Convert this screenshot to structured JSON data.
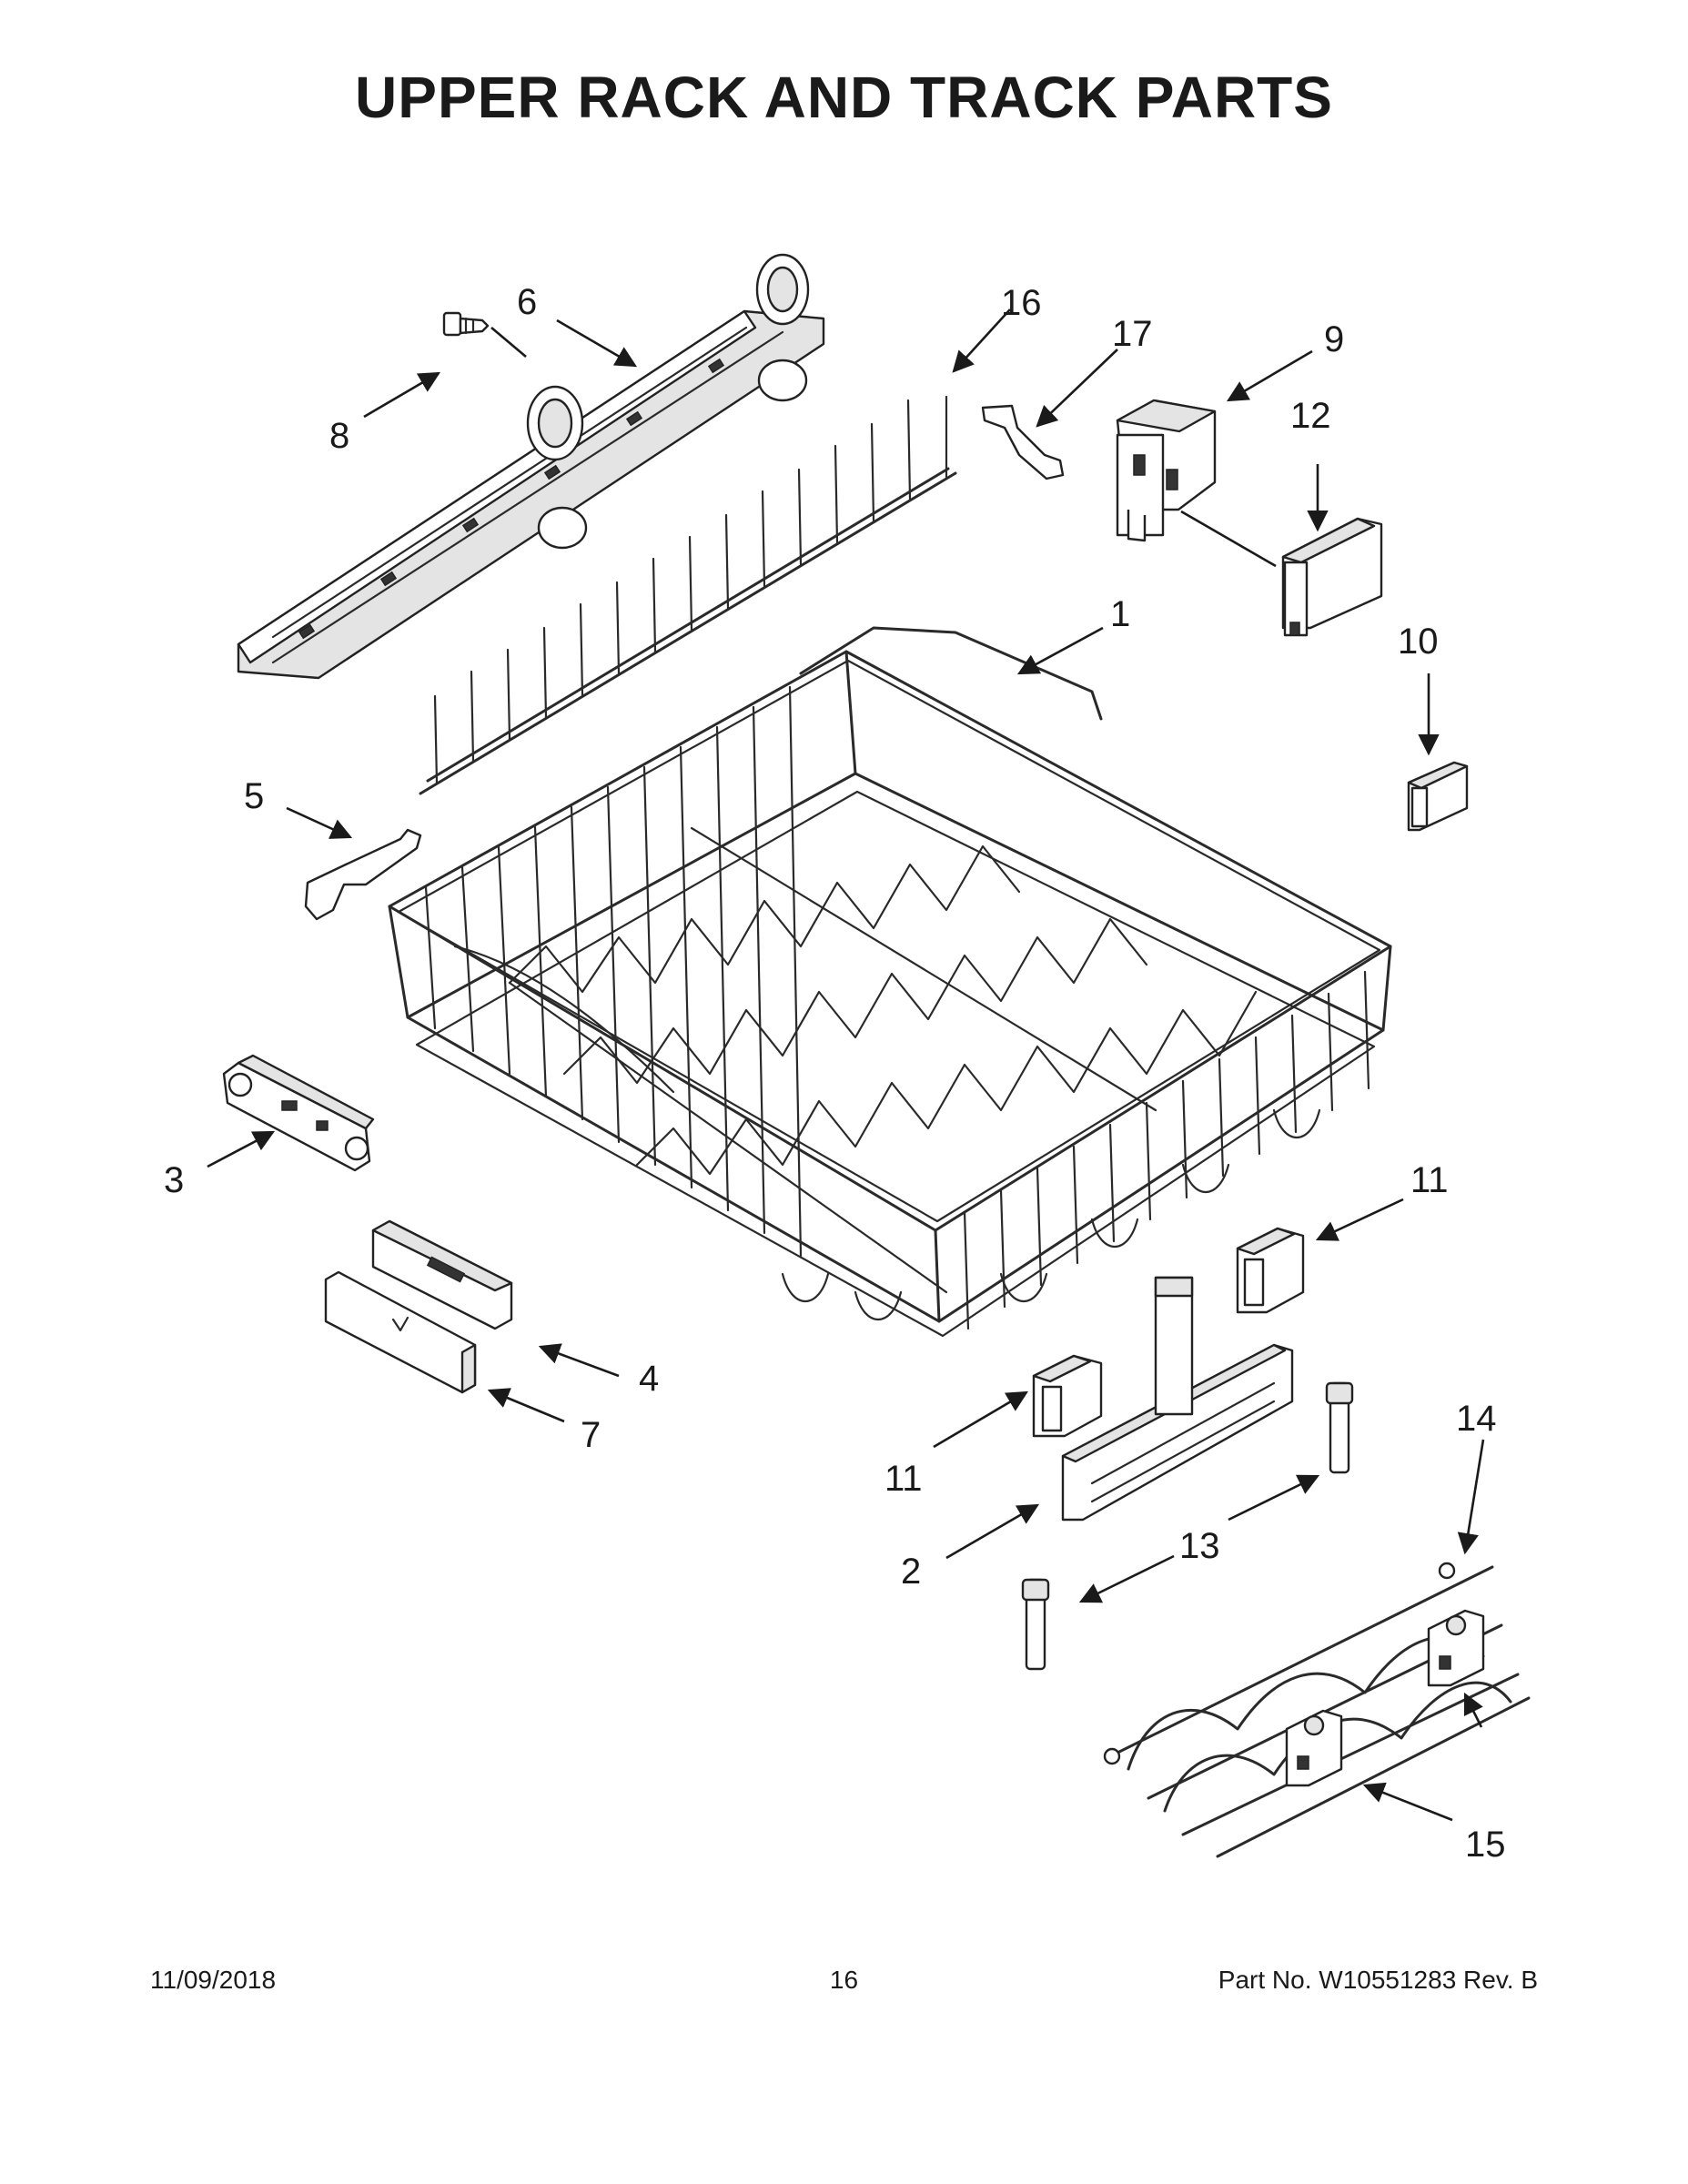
{
  "title": "UPPER RACK AND TRACK PARTS",
  "callouts": {
    "c1": "1",
    "c2": "2",
    "c3": "3",
    "c4": "4",
    "c5": "5",
    "c6": "6",
    "c7": "7",
    "c8": "8",
    "c9": "9",
    "c10": "10",
    "c11a": "11",
    "c11b": "11",
    "c12": "12",
    "c13": "13",
    "c14": "14",
    "c15": "15",
    "c16": "16",
    "c17": "17"
  },
  "footer": {
    "date": "11/09/2018",
    "page": "16",
    "part": "Part No.  W10551283  Rev.  B"
  }
}
